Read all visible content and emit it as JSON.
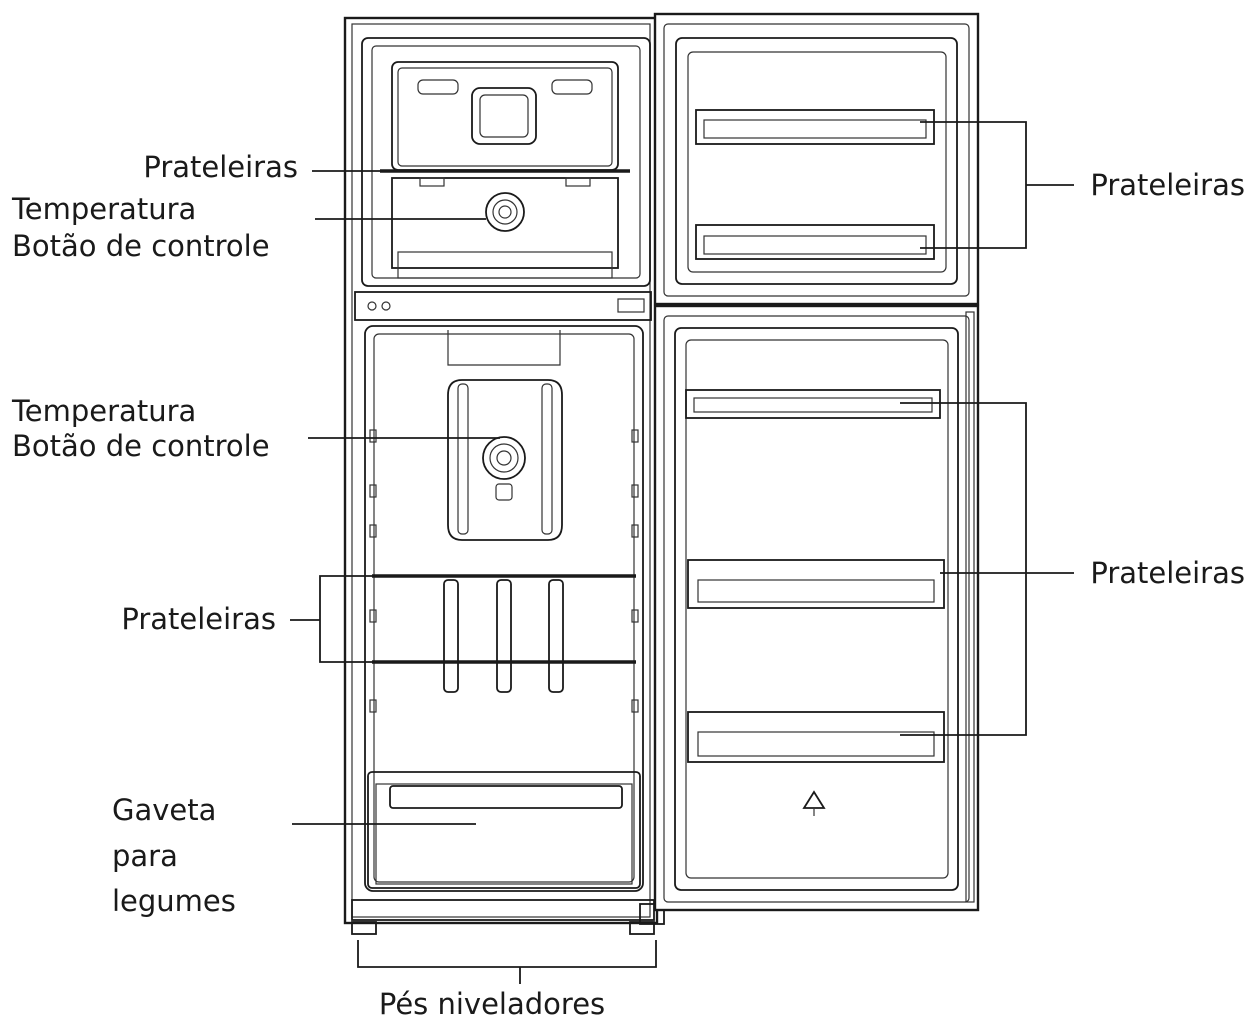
{
  "labels": {
    "freezer_shelf": "Prateleiras",
    "freezer_temp_line1": "Temperatura",
    "freezer_temp_line2": "Botão de controle",
    "fridge_temp_line1": "Temperatura",
    "fridge_temp_line2": "Botão de controle",
    "fridge_shelves": "Prateleiras",
    "drawer_line1": "Gaveta",
    "drawer_line2": "para",
    "drawer_line3": "legumes",
    "feet": "Pés niveladores",
    "freezer_door_shelves": "Prateleiras",
    "fridge_door_shelves": "Prateleiras"
  }
}
